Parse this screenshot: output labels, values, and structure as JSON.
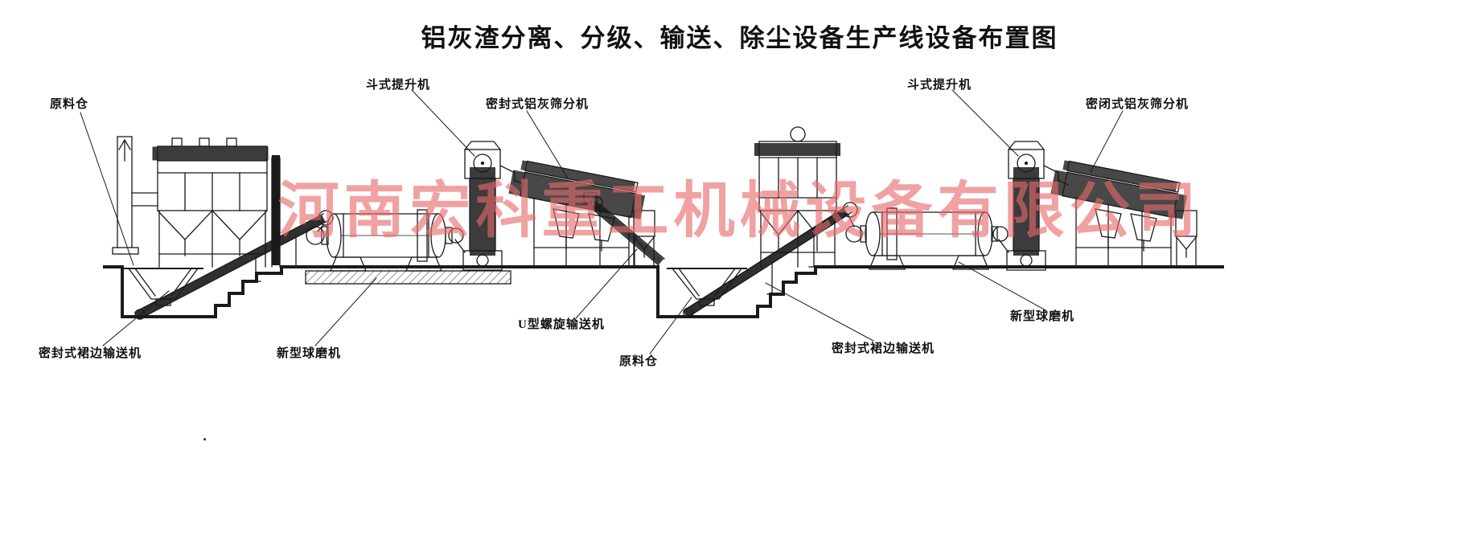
{
  "title": "铝灰渣分离、分级、输送、除尘设备生产线设备布置图",
  "watermark": "河南宏科重工机械设备有限公司",
  "colors": {
    "line": "#1a1a1a",
    "watermark": "#e76a6a",
    "background": "#ffffff"
  },
  "labels": {
    "raw_bin_left": "原料仓",
    "bucket_elevator_left": "斗式提升机",
    "screen_left": "密封式铝灰筛分机",
    "bucket_elevator_right": "斗式提升机",
    "screen_right": "密闭式铝灰筛分机",
    "skirt_conveyor_left": "密封式裙边输送机",
    "ball_mill_left": "新型球磨机",
    "u_screw_conveyor": "U型螺旋输送机",
    "raw_bin_right": "原料仓",
    "skirt_conveyor_right": "密封式裙边输送机",
    "ball_mill_right": "新型球磨机"
  }
}
